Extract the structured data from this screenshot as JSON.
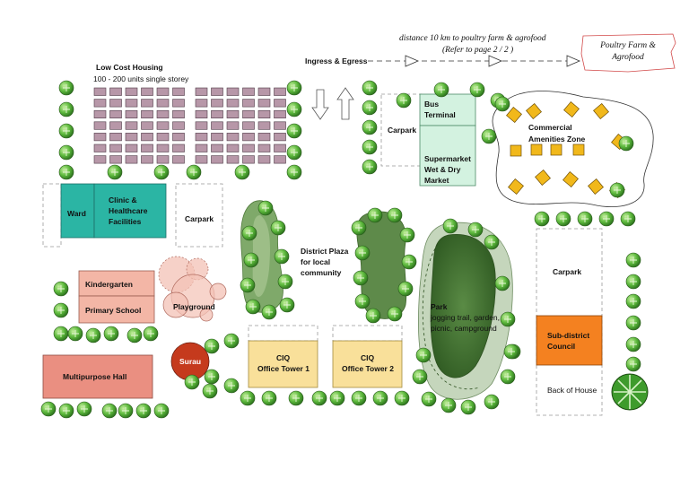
{
  "top": {
    "distance_line1": "distance 10 km to poultry farm & agrofood",
    "distance_line2": "(Refer to page 2 / 2 )",
    "poultry_line1": "Poultry Farm &",
    "poultry_line2": "Agrofood",
    "ingress": "Ingress & Egress"
  },
  "housing": {
    "title": "Low Cost Housing",
    "subtitle": "100 - 200 units single storey"
  },
  "zones": {
    "ward": "Ward",
    "clinic_1": "Clinic &",
    "clinic_2": "Healthcare",
    "clinic_3": "Facilities",
    "carpark_west": "Carpark",
    "carpark_central": "Carpark",
    "carpark_east": "Carpark",
    "bus_1": "Bus",
    "bus_2": "Terminal",
    "market_1": "Supermarket",
    "market_2": "Wet & Dry",
    "market_3": "Market",
    "commercial_1": "Commercial",
    "commercial_2": "Amenities Zone",
    "kindergarten": "Kindergarten",
    "primary": "Primary School",
    "playground": "Playground",
    "plaza_1": "District Plaza",
    "plaza_2": "for local",
    "plaza_3": "community",
    "park_1": "Park",
    "park_2": "jogging trail, garden,",
    "park_3": "picnic, campground",
    "multipurpose": "Multipurpose Hall",
    "surau": "Surau",
    "ciq1_1": "CIQ",
    "ciq1_2": "Office Tower 1",
    "ciq2_1": "CIQ",
    "ciq2_2": "Office Tower 2",
    "council_1": "Sub-district",
    "council_2": "Council",
    "back_house": "Back of House"
  },
  "colors": {
    "housing": "#b797a8",
    "ward": "#2bb5a4",
    "market": "#d3f2e0",
    "commercial_unit": "#f1b81b",
    "school": "#f3b6a6",
    "hall": "#ea8f81",
    "surau": "#c53a1d",
    "ciq": "#f9e09a",
    "council": "#f48120",
    "tree": "#5cb83c",
    "park_dark": "#3f6e2e"
  }
}
